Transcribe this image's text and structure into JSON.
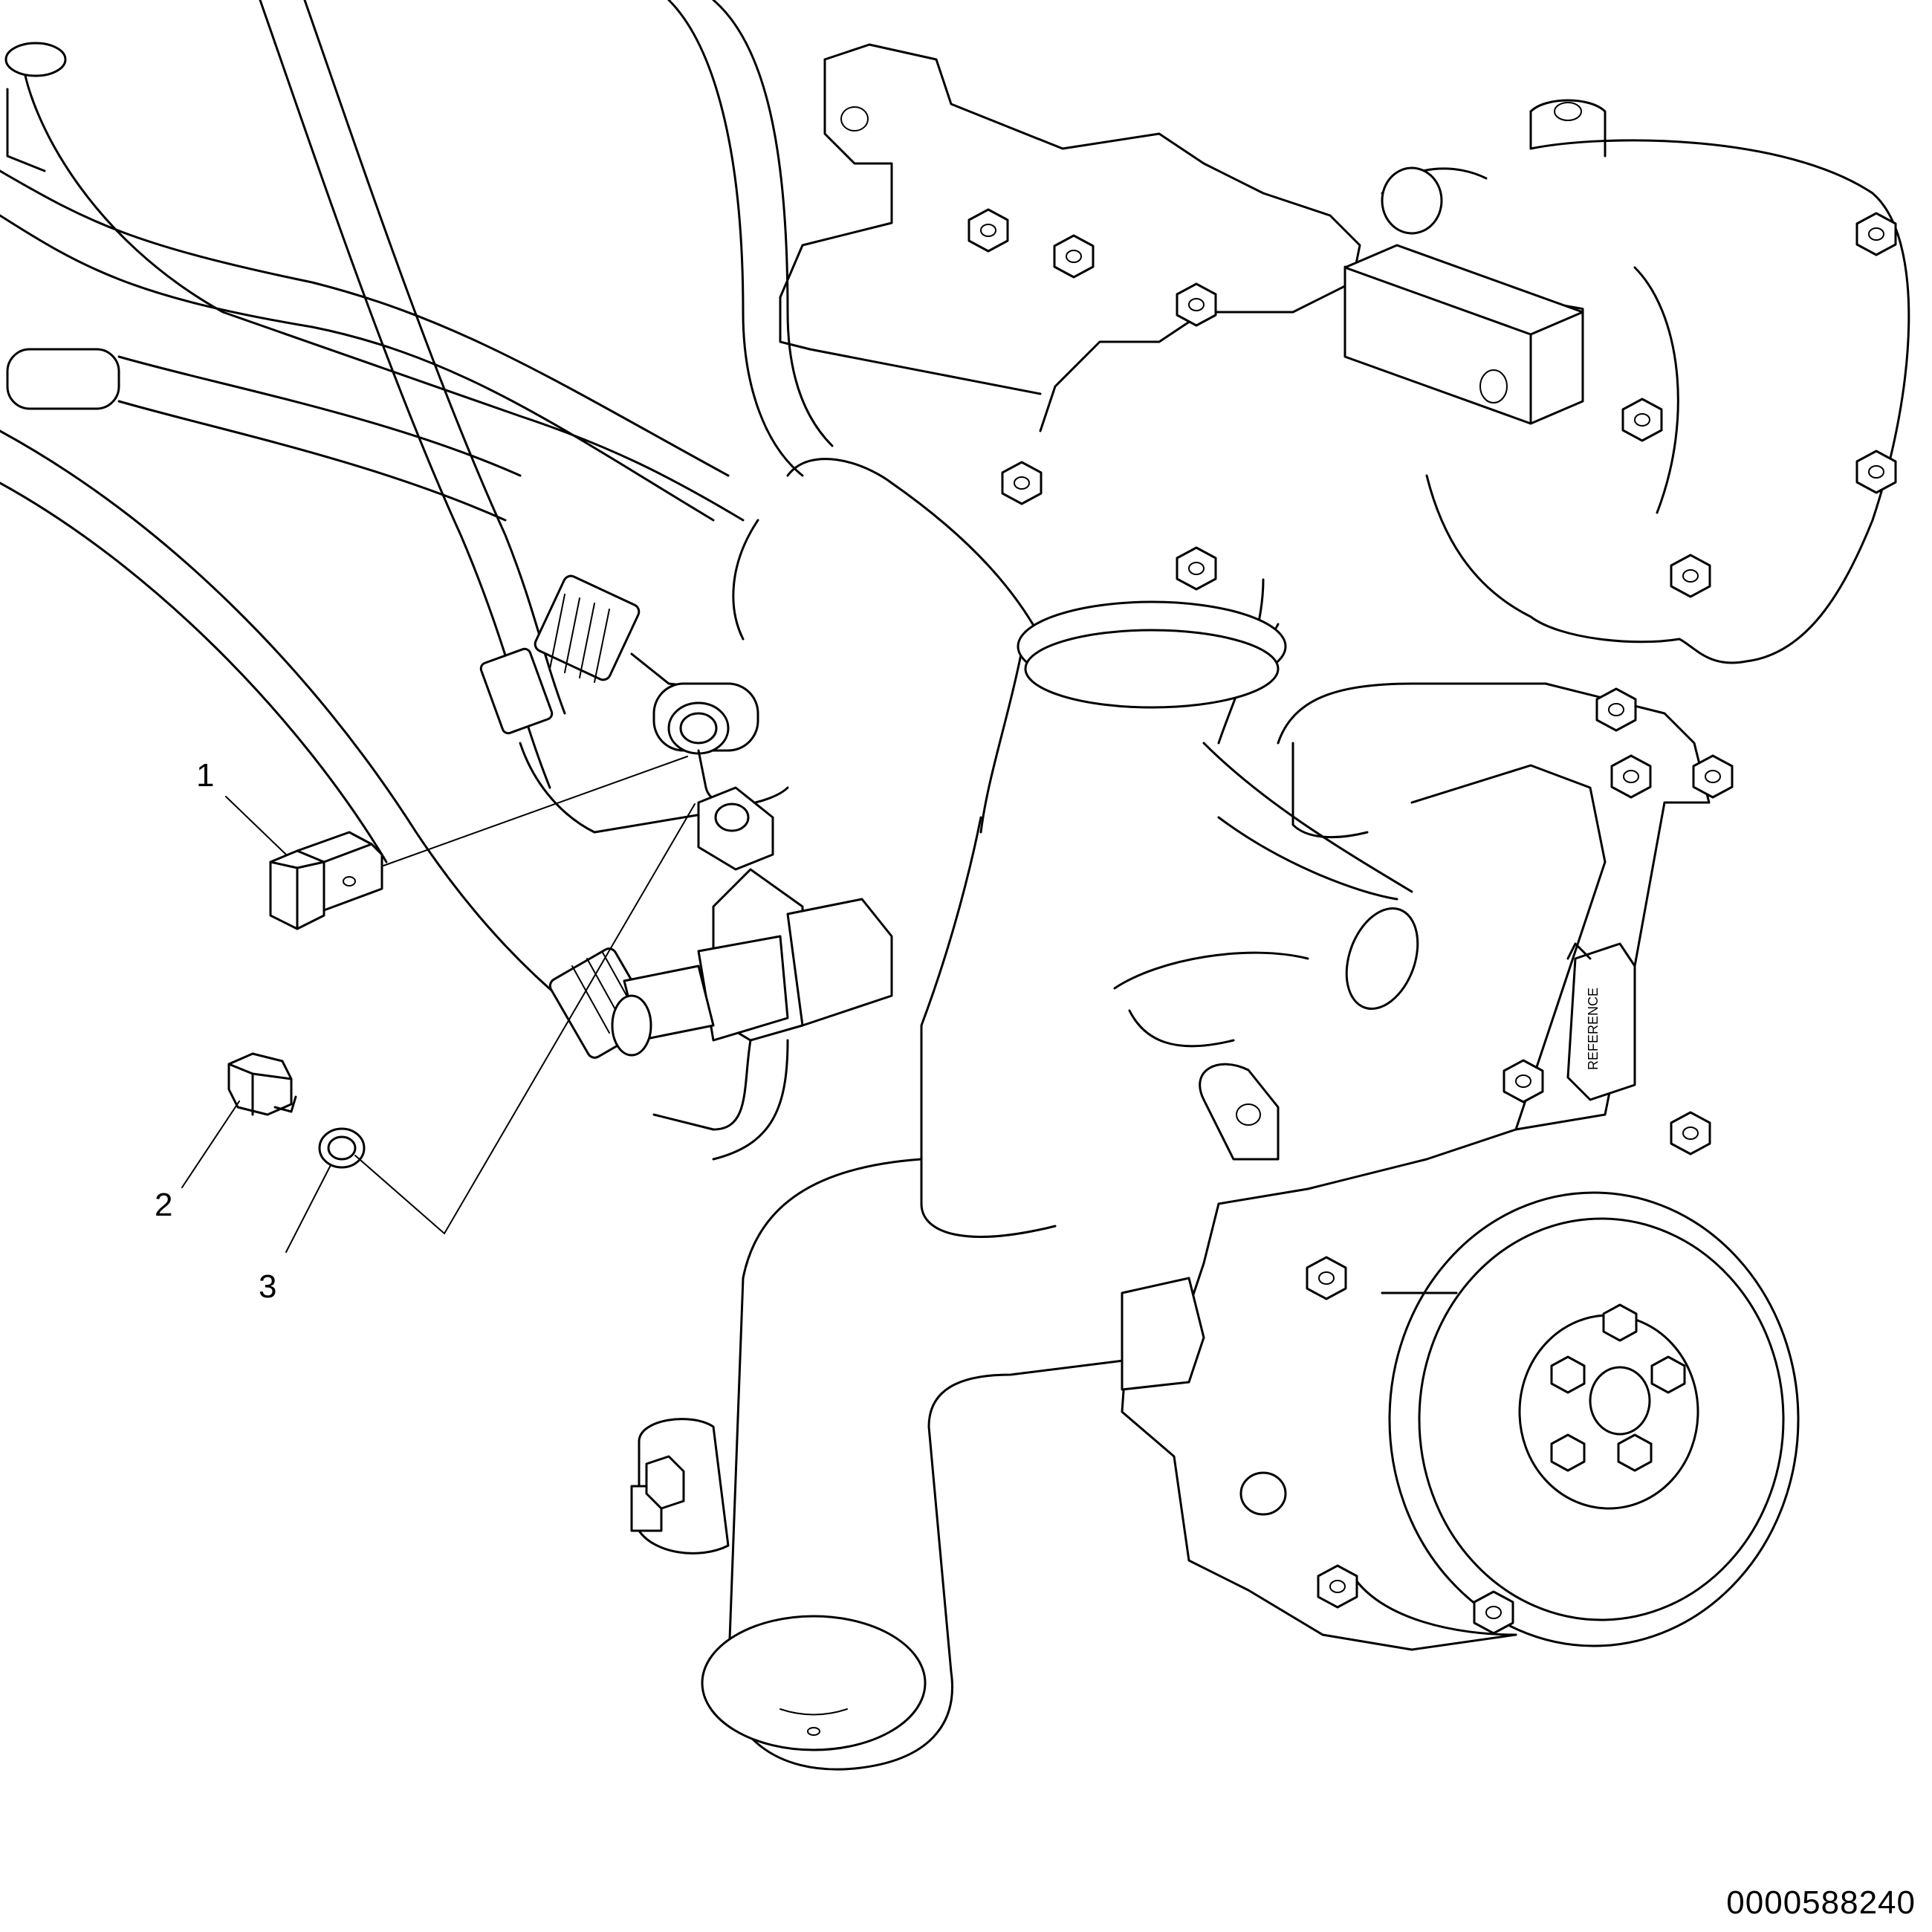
{
  "callouts": [
    {
      "label": "1",
      "part": "plug"
    },
    {
      "label": "2",
      "part": "plug"
    },
    {
      "label": "3",
      "part": "seal-ring"
    }
  ],
  "drawing_number": "0000588240"
}
